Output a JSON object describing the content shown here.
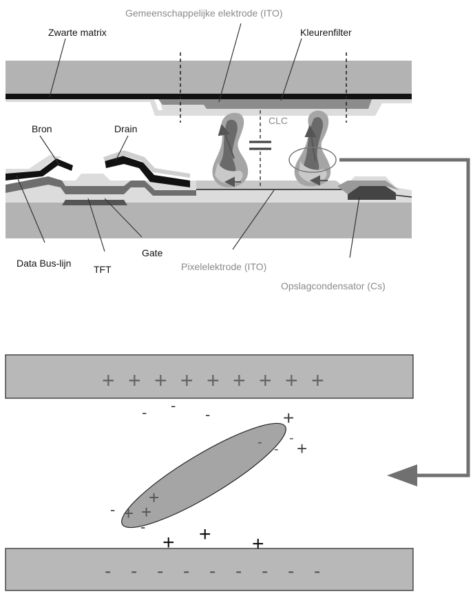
{
  "labels": {
    "common_electrode": "Gemeenschappelijke elektrode (ITO)",
    "black_matrix": "Zwarte matrix",
    "color_filter": "Kleurenfilter",
    "clc": "CLC",
    "source": "Bron",
    "drain": "Drain",
    "data_bus_line": "Data Bus-lijn",
    "tft": "TFT",
    "gate": "Gate",
    "pixel_electrode": "Pixelelektrode (ITO)",
    "storage_capacitor": "Opslagcondensator (Cs)"
  },
  "charges": {
    "plus": "+",
    "minus": "-",
    "top_plate_plus_count": 9,
    "bottom_plate_minus_count": 9
  },
  "colors": {
    "substrate": "#b3b3b3",
    "light_layer": "#dcdcdc",
    "black_matrix": "#111111",
    "color_filter": "#8c8c8c",
    "arrow": "#707070",
    "plate": "#b8b8b8",
    "molecule": "#a5a5a5"
  }
}
